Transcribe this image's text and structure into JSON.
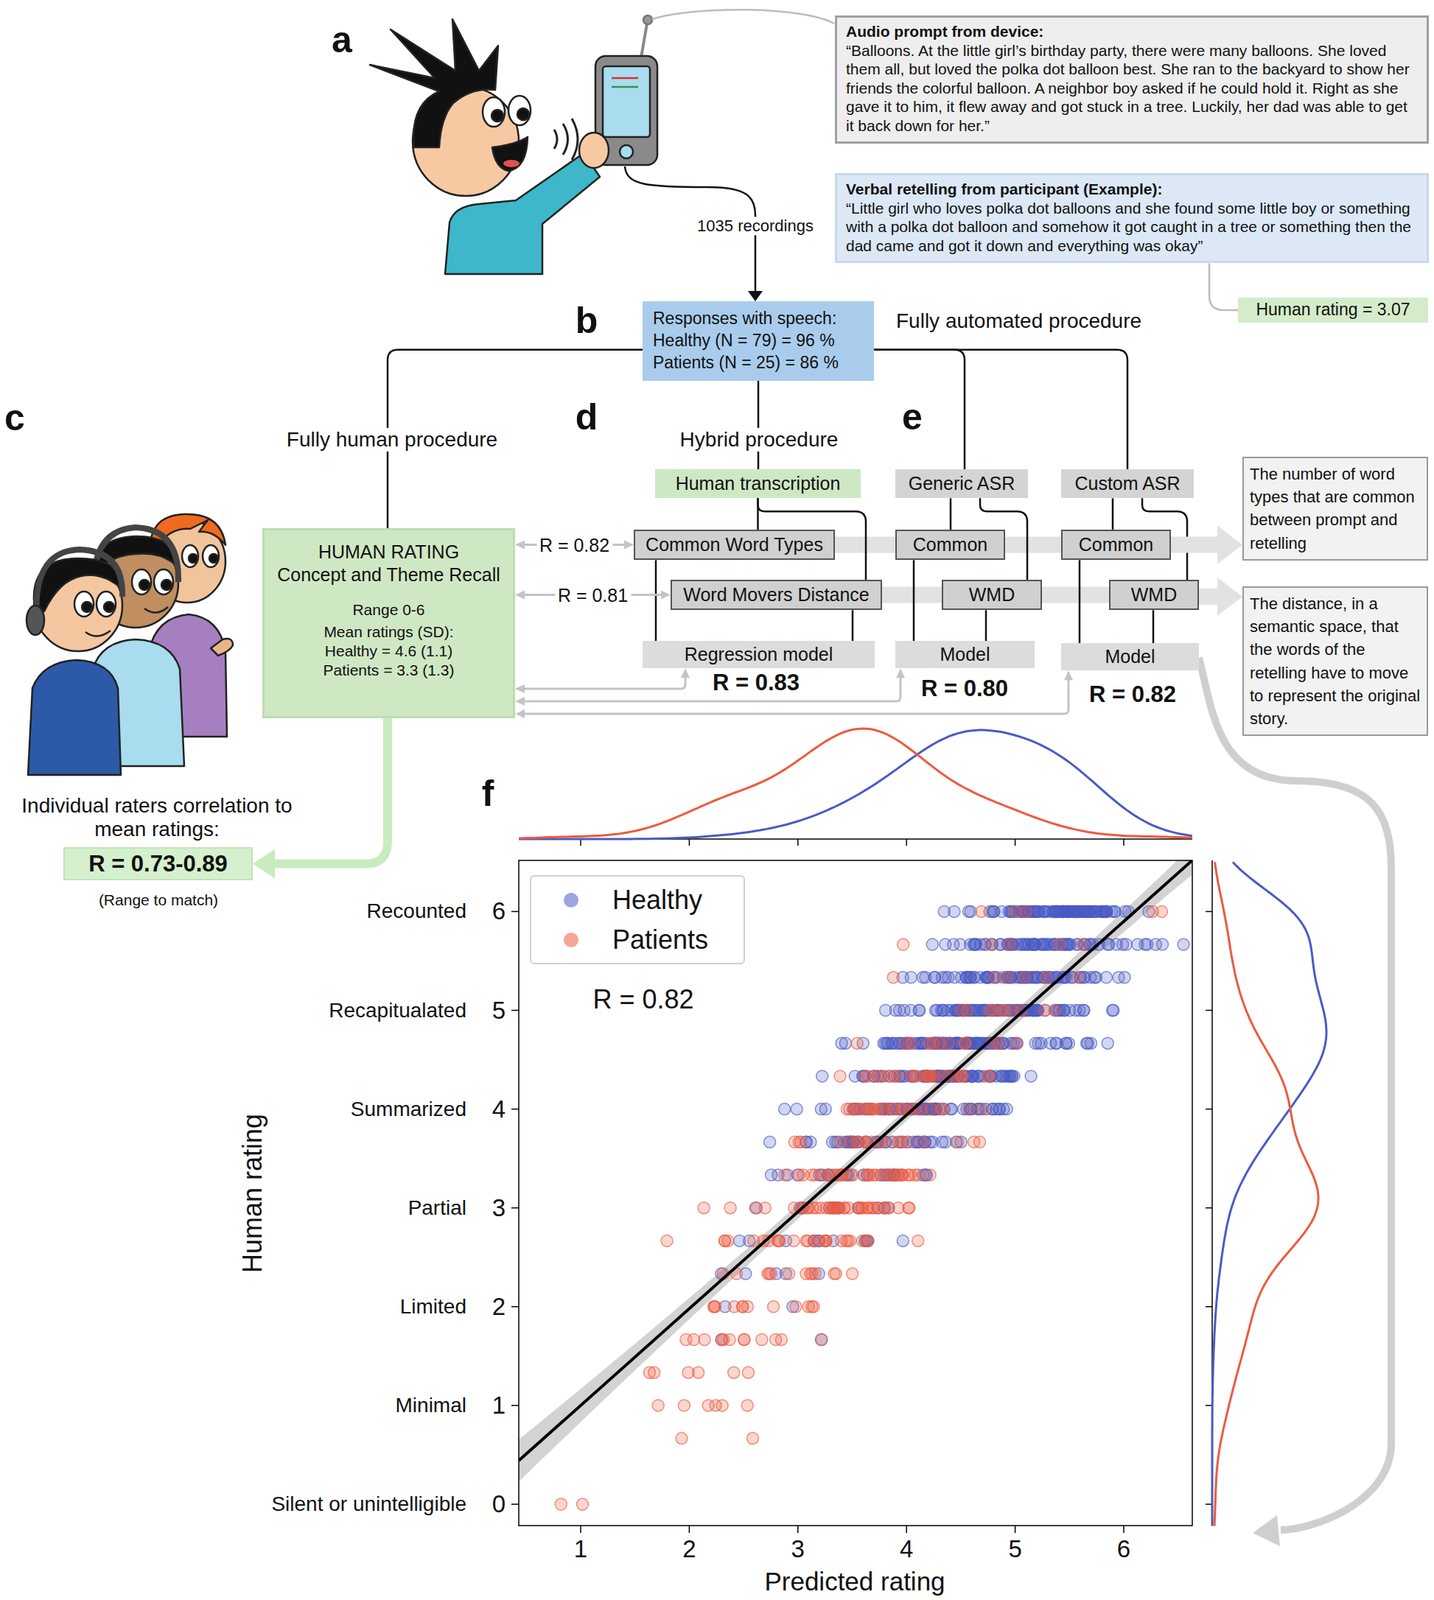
{
  "diagram": {
    "nodes": [
      {
        "text": [
          "Audio prompt from device:",
          "“Balloons. At the little girl’s birthday party, there were many balloons. She loved them all, but loved the polka dot balloon best. She ran to the backyard to show her friends the colorful balloon. A neighbor boy asked if he could hold it. Right as she gave it to him, it flew away and got stuck in a tree. Luckily, her dad was able to get it back down for her.”"
        ]
      },
      {
        "text": [
          "Verbal retelling from participant (Example):",
          "“Little girl who loves polka dot balloons and she found some little boy or something with a polka dot balloon and somehow it got caught in a tree or something then the dad came and got it down and everything was okay”"
        ]
      },
      {
        "text": [
          "Human rating = 3.07"
        ]
      },
      {
        "text": [
          "Responses with speech:",
          "Healthy (N = 79) = 96 %",
          "Patients (N = 25) = 86 %"
        ]
      },
      {
        "text": [
          "HUMAN RATING",
          "Concept and Theme Recall",
          "Range 0-6",
          "Mean ratings (SD):",
          "Healthy = 4.6 (1.1)",
          "Patients = 3.3 (1.3)"
        ]
      },
      {
        "text": [
          "Human transcription"
        ]
      },
      {
        "text": [
          "Common Word Types"
        ]
      },
      {
        "text": [
          "Word Movers Distance"
        ]
      },
      {
        "text": [
          "Regression model"
        ]
      },
      {
        "text": [
          "Generic ASR"
        ]
      },
      {
        "text": [
          "Common"
        ]
      },
      {
        "text": [
          "WMD"
        ]
      },
      {
        "text": [
          "Model"
        ]
      },
      {
        "text": [
          "Custom ASR"
        ]
      },
      {
        "text": [
          "Common"
        ]
      },
      {
        "text": [
          "WMD"
        ]
      },
      {
        "text": [
          "Model"
        ]
      },
      {
        "text": [
          "The number of word types that are common between prompt and retelling"
        ]
      },
      {
        "text": [
          "The distance, in a semantic space, that the words of the retelling have to move to represent the original story."
        ]
      },
      {
        "text": [
          "R = 0.73-0.89"
        ]
      }
    ],
    "edges": [
      {
        "from": 1,
        "to": 2,
        "arrow": "none"
      },
      {
        "from": 3,
        "to": 4,
        "arrow": "none"
      },
      {
        "from": 3,
        "to": 5,
        "arrow": "none"
      },
      {
        "from": 3,
        "to": 9,
        "arrow": "none"
      },
      {
        "from": 3,
        "to": 13,
        "arrow": "none"
      },
      {
        "from": 5,
        "to": 6,
        "arrow": "none"
      },
      {
        "from": 5,
        "to": 7,
        "arrow": "none"
      },
      {
        "from": 6,
        "to": 8,
        "arrow": "none"
      },
      {
        "from": 7,
        "to": 8,
        "arrow": "none"
      },
      {
        "from": 9,
        "to": 10,
        "arrow": "none"
      },
      {
        "from": 9,
        "to": 11,
        "arrow": "none"
      },
      {
        "from": 10,
        "to": 12,
        "arrow": "none"
      },
      {
        "from": 11,
        "to": 12,
        "arrow": "none"
      },
      {
        "from": 13,
        "to": 14,
        "arrow": "none"
      },
      {
        "from": 13,
        "to": 15,
        "arrow": "none"
      },
      {
        "from": 14,
        "to": 16,
        "arrow": "none"
      },
      {
        "from": 15,
        "to": 16,
        "arrow": "none"
      },
      {
        "from": 4,
        "to": 6,
        "arrow": "both",
        "label": "R = 0.82"
      },
      {
        "from": 4,
        "to": 7,
        "arrow": "both",
        "label": "R = 0.81"
      },
      {
        "from": 4,
        "to": 8,
        "arrow": "both"
      },
      {
        "from": 4,
        "to": 12,
        "arrow": "both"
      },
      {
        "from": 4,
        "to": 16,
        "arrow": "both"
      },
      {
        "from": 14,
        "to": 17,
        "arrow": "to"
      },
      {
        "from": 15,
        "to": 18,
        "arrow": "to"
      },
      {
        "from": 4,
        "to": 19,
        "arrow": "to"
      }
    ],
    "labels": [
      "a",
      "1035 recordings",
      "b",
      "Fully automated procedure",
      "c",
      "Fully human procedure",
      "d",
      "Hybrid procedure",
      "e",
      "R = 0.83",
      "R = 0.80",
      "R = 0.82",
      "Individual raters correlation to mean ratings:",
      "(Range to match)",
      "f",
      "R = 0.82",
      "Recounted",
      "Recapitualated",
      "Summarized",
      "Partial",
      "Limited",
      "Minimal",
      "Silent or unintelligible",
      "6",
      "5",
      "4",
      "3",
      "2",
      "1",
      "0",
      "1",
      "2",
      "3",
      "4",
      "5",
      "6",
      "Human rating",
      "Predicted rating"
    ],
    "legend": [
      {
        "text": "Healthy",
        "color": "#4a5bc4"
      },
      {
        "text": "Patients",
        "color": "#ec5b3f"
      }
    ]
  }
}
